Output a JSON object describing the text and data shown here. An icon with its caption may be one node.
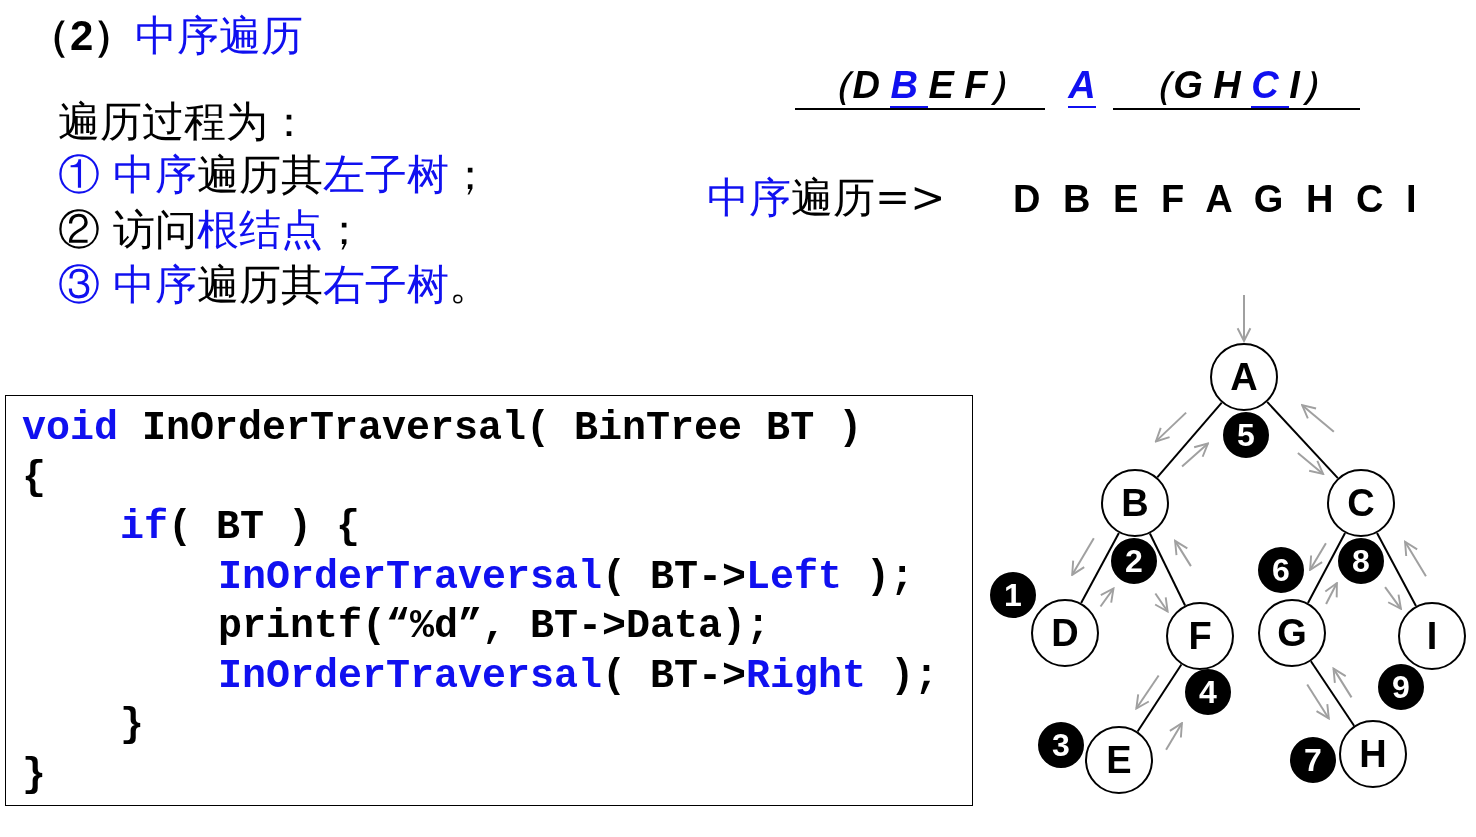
{
  "diagram": {
    "title": "（2）中序遍历",
    "nodes": [
      {
        "text": [
          "void",
          "InOrderTraversal( BinTree BT )",
          "{",
          "if",
          "( BT ) {",
          "InOrderTraversal",
          "( BT->",
          "Left",
          ");",
          "printf(“%d”, BT->Data);",
          "InOrderTraversal",
          "( BT->",
          "Right",
          ");",
          "}",
          "}"
        ]
      },
      {
        "text": [
          "A"
        ]
      },
      {
        "text": [
          "B"
        ]
      },
      {
        "text": [
          "C"
        ]
      },
      {
        "text": [
          "D"
        ]
      },
      {
        "text": [
          "F"
        ]
      },
      {
        "text": [
          "G"
        ]
      },
      {
        "text": [
          "I"
        ]
      },
      {
        "text": [
          "E"
        ]
      },
      {
        "text": [
          "H"
        ]
      },
      {
        "text": [
          "1"
        ]
      },
      {
        "text": [
          "2"
        ]
      },
      {
        "text": [
          "3"
        ]
      },
      {
        "text": [
          "4"
        ]
      },
      {
        "text": [
          "5"
        ]
      },
      {
        "text": [
          "6"
        ]
      },
      {
        "text": [
          "7"
        ]
      },
      {
        "text": [
          "8"
        ]
      },
      {
        "text": [
          "9"
        ]
      }
    ],
    "edges": [
      {
        "from": null,
        "to": 1,
        "arrow": "to",
        "color": "#a0a0a0"
      },
      {
        "from": 1,
        "to": 2,
        "arrow": "none"
      },
      {
        "from": 1,
        "to": 3,
        "arrow": "none"
      },
      {
        "from": 2,
        "to": 4,
        "arrow": "none"
      },
      {
        "from": 2,
        "to": 5,
        "arrow": "none"
      },
      {
        "from": 5,
        "to": 8,
        "arrow": "none"
      },
      {
        "from": 3,
        "to": 6,
        "arrow": "none"
      },
      {
        "from": 3,
        "to": 7,
        "arrow": "none"
      },
      {
        "from": 6,
        "to": 9,
        "arrow": "none"
      }
    ],
    "labels": [
      "（D",
      "B",
      "E F）",
      "A",
      "（G H",
      "C",
      "I）",
      "遍历过程为：",
      "① 中序",
      "遍历其",
      "左子树",
      "；",
      "中序",
      "遍历=>",
      "D B E F A G H C I",
      "② 访问",
      "根结点",
      "；",
      "③ 中序",
      "遍历其",
      "右子树",
      "。"
    ]
  }
}
